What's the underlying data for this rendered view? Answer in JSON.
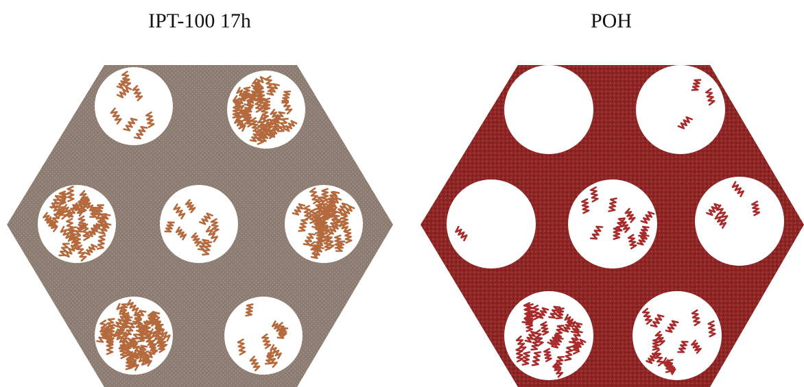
{
  "panels": [
    {
      "title": "IPT-100 17h",
      "colors": {
        "matrix": "#8c7b70",
        "matrix_dots": "#a89b92",
        "chain": "#b46a3c",
        "pore": "#ffffff"
      },
      "pore_chain_density": [
        8,
        44,
        38,
        10,
        44,
        56,
        10
      ]
    },
    {
      "title": "POH",
      "colors": {
        "matrix": "#8e2626",
        "matrix_dots": "#c44444",
        "chain": "#a82a2a",
        "pore": "#ffffff"
      },
      "pore_chain_density": [
        0,
        3,
        1,
        12,
        5,
        30,
        14
      ]
    }
  ]
}
